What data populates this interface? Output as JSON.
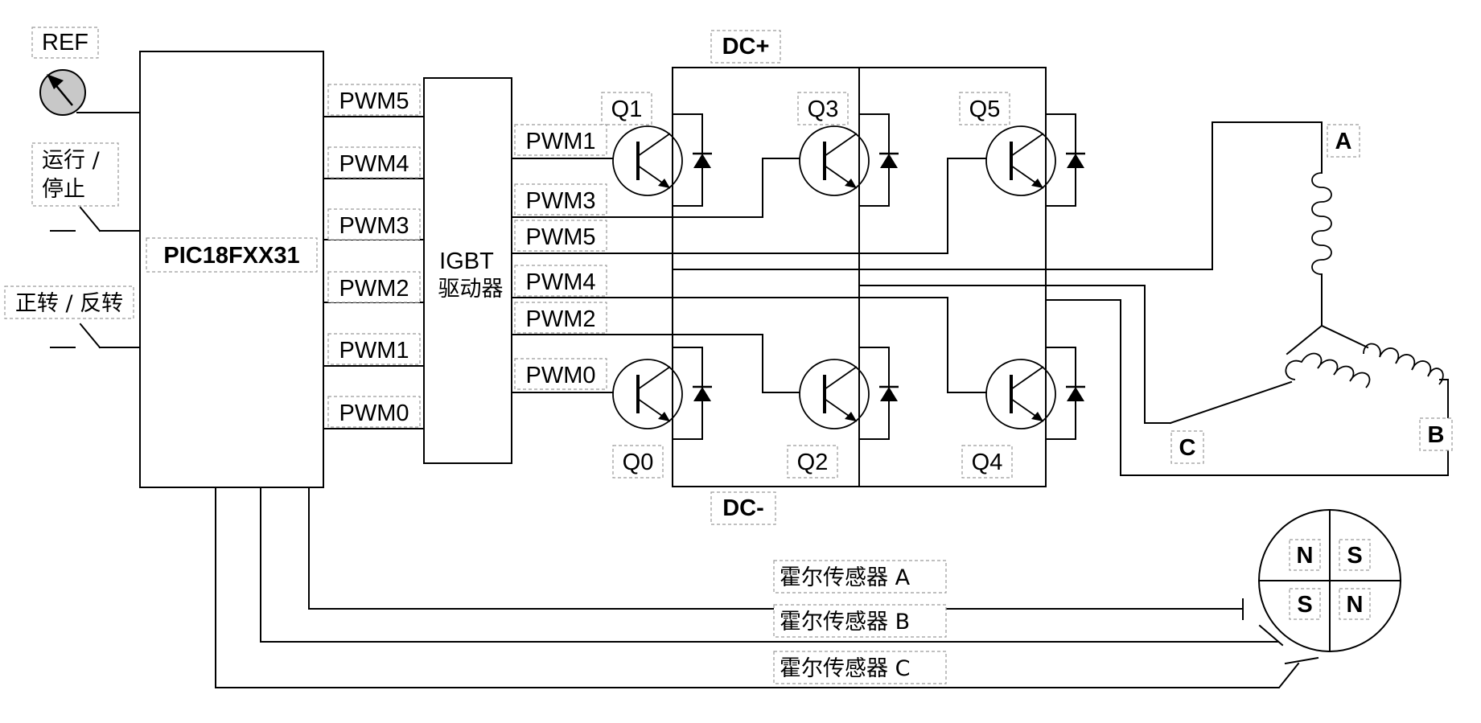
{
  "labels": {
    "ref": "REF",
    "run_stop_line1": "运行 /",
    "run_stop_line2": "停止",
    "fwd_rev": "正转 / 反转",
    "mcu": "PIC18FXX31",
    "igbt_line1": "IGBT",
    "igbt_line2": "驱动器",
    "dc_plus": "DC+",
    "dc_minus": "DC-",
    "phase_a": "A",
    "phase_b": "B",
    "phase_c": "C",
    "hall_a": "霍尔传感器 A",
    "hall_b": "霍尔传感器 B",
    "hall_c": "霍尔传感器 C"
  },
  "mcu_pwm_outputs": [
    "PWM5",
    "PWM4",
    "PWM3",
    "PWM2",
    "PWM1",
    "PWM0"
  ],
  "driver_gate_outputs": [
    "PWM1",
    "PWM3",
    "PWM5",
    "PWM4",
    "PWM2",
    "PWM0"
  ],
  "transistors_top": [
    "Q1",
    "Q3",
    "Q5"
  ],
  "transistors_bottom": [
    "Q0",
    "Q2",
    "Q4"
  ],
  "rotor_poles": [
    "N",
    "S",
    "S",
    "N"
  ],
  "colors": {
    "line": "#000000",
    "label_border": "#9a9a9a",
    "ref_fill": "#c8c8c8"
  }
}
